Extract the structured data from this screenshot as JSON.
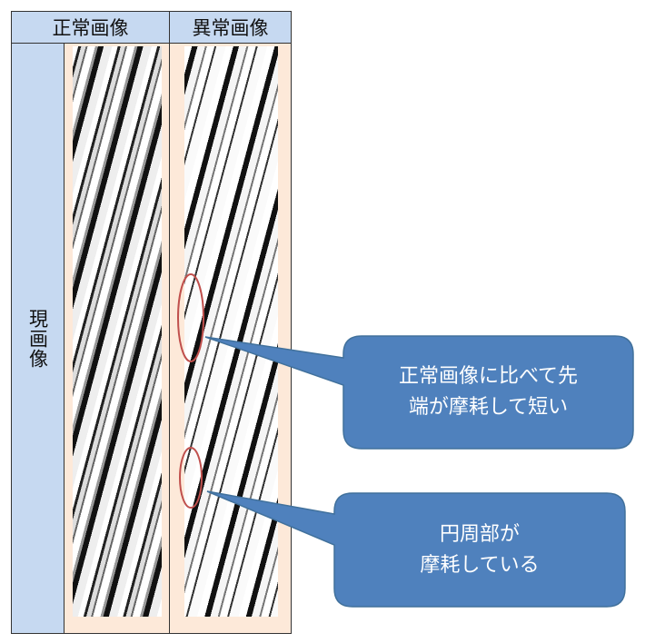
{
  "table": {
    "headers": [
      "正常画像",
      "異常画像"
    ],
    "row_label": "現画像"
  },
  "callouts": [
    {
      "text_line1": "正常画像に比べて先",
      "text_line2": "端が摩耗して短い"
    },
    {
      "text_line1": "円周部が",
      "text_line2": "摩耗している"
    }
  ],
  "colors": {
    "header_bg": "#c6d9f1",
    "cell_bg": "#fde9d9",
    "callout": "#4f81bd",
    "ellipse": "#c0504d"
  }
}
